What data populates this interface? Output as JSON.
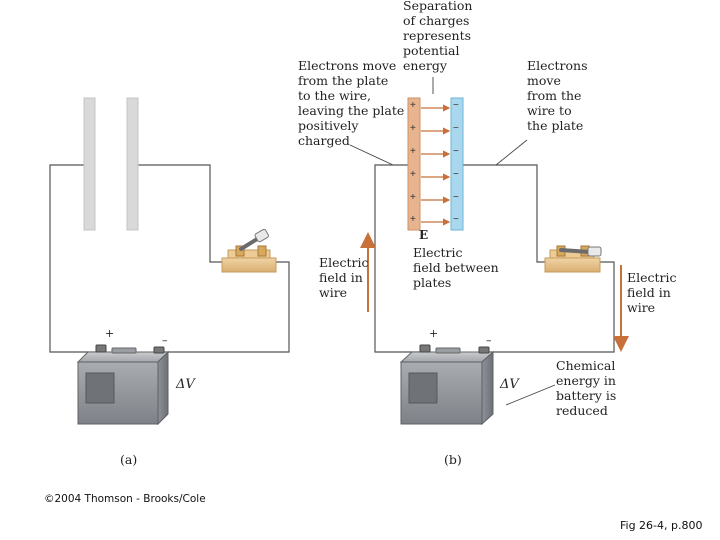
{
  "panel_a": {
    "caption": "(a)",
    "battery_plus": "+",
    "battery_minus": "–",
    "battery_label": "ΔV"
  },
  "panel_b": {
    "caption": "(b)",
    "battery_plus": "+",
    "battery_minus": "–",
    "battery_label": "ΔV",
    "field_symbol": "E",
    "plate_plus": "+",
    "plate_minus": "−",
    "annotations": {
      "separation": "Separation\nof charges\nrepresents\npotential\nenergy",
      "electrons_left": "Electrons move\nfrom the plate\nto the wire,\nleaving the plate\npositively\ncharged",
      "electrons_right": "Electrons\nmove\nfrom the\nwire to\nthe plate",
      "field_in_wire_left": "Electric\nfield in\nwire",
      "field_between_plates": "Electric\nfield between\nplates",
      "field_in_wire_right": "Electric\nfield in\nwire",
      "chemical_energy": "Chemical\nenergy in\nbattery is\nreduced"
    }
  },
  "copyright": "©2004 Thomson - Brooks/Cole",
  "figure_ref": "Fig 26-4, p.800",
  "colors": {
    "wire": "#555555",
    "arrow": "#c8703a",
    "plate_positive": "#e8b48f",
    "plate_negative": "#a9d8ee",
    "plate_neutral": "#d9d9d9",
    "battery_body": "#8f9398"
  }
}
